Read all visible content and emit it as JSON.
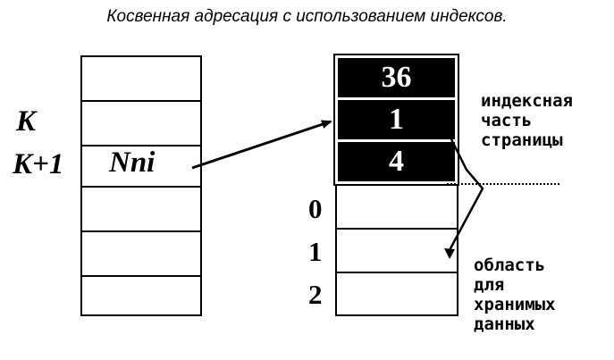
{
  "title": "Косвенная адресация с использованием индексов.",
  "left_table": {
    "labels": {
      "k": "K",
      "k_plus_1": "K+1"
    },
    "cell_value": "Nni"
  },
  "right_table": {
    "index_cells": [
      "36",
      "1",
      "4"
    ],
    "row_numbers": [
      "0",
      "1",
      "2"
    ]
  },
  "notes": {
    "index_part": "индексная\nчасть\nстраницы",
    "data_area": "область\nдля\nхранимых\nданных"
  }
}
